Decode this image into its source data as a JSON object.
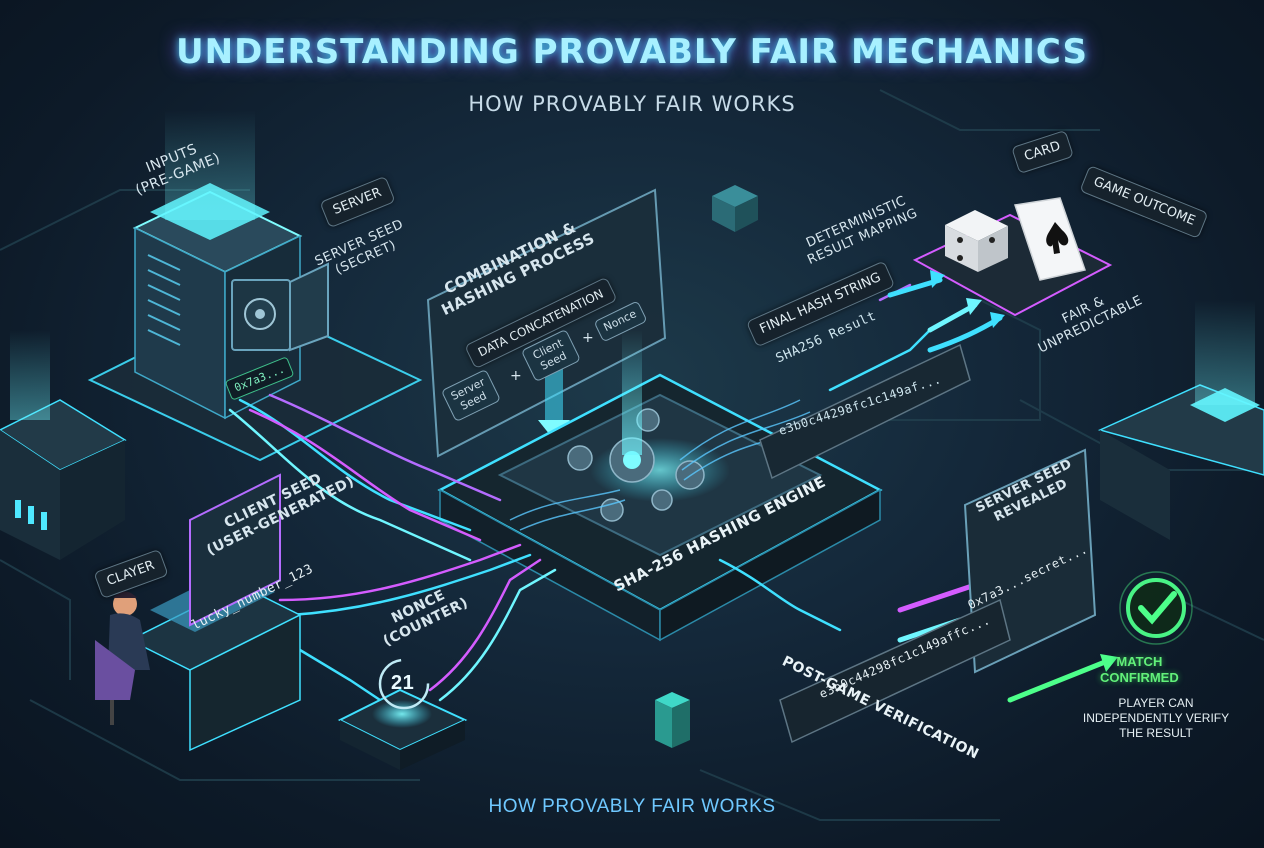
{
  "header": {
    "title": "UNDERSTANDING PROVABLY FAIR MECHANICS",
    "subtitle": "HOW PROVABLY FAIR WORKS"
  },
  "footer": {
    "caption": "HOW PROVABLY FAIR WORKS"
  },
  "inputs": {
    "label_line1": "INPUTS",
    "label_line2": "(PRE-GAME)",
    "server_tag": "SERVER",
    "server_seed_line1": "SERVER SEED",
    "server_seed_line2": "(SECRET)",
    "server_hash_preview": "0x7a3..."
  },
  "client": {
    "player_tag": "CLAYER",
    "client_seed_line1": "CLIENT SEED",
    "client_seed_line2": "(USER-GENERATED)",
    "seed_value": "lucky_number_123"
  },
  "nonce": {
    "label_line1": "NONCE",
    "label_line2": "(COUNTER)",
    "value": "21"
  },
  "process": {
    "title_line1": "COMBINATION &",
    "title_line2": "HASHING PROCESS",
    "concat_label": "DATA CONCATENATION",
    "inputs": [
      "Server Seed",
      "Client Seed",
      "Nonce"
    ],
    "plus": "+",
    "engine_label": "SHA-256 HASHING ENGINE",
    "hash_stream": "e3b0c44298fc1c149af..."
  },
  "result": {
    "final_hash_label": "FINAL HASH STRING",
    "final_hash_value": "SHA256 Result",
    "mapping_line1": "DETERMINISTIC",
    "mapping_line2": "RESULT MAPPING",
    "card_tag": "CARD",
    "outcome_tag": "GAME OUTCOME",
    "fair_line1": "FAIR &",
    "fair_line2": "UNPREDICTABLE"
  },
  "verification": {
    "revealed_line1": "SERVER SEED",
    "revealed_line2": "REVEALED",
    "revealed_value": "0x7a3...secret...",
    "hash_value": "e3b0c44298fc1c149affc...",
    "label": "POST-GAME VERIFICATION",
    "match_line1": "MATCH",
    "match_line2": "CONFIRMED",
    "note": "PLAYER CAN INDEPENDENTLY VERIFY THE RESULT"
  },
  "colors": {
    "cyan": "#3fe0ff",
    "magenta": "#d45cff",
    "green": "#4dff8a",
    "panel": "#1e3442"
  }
}
